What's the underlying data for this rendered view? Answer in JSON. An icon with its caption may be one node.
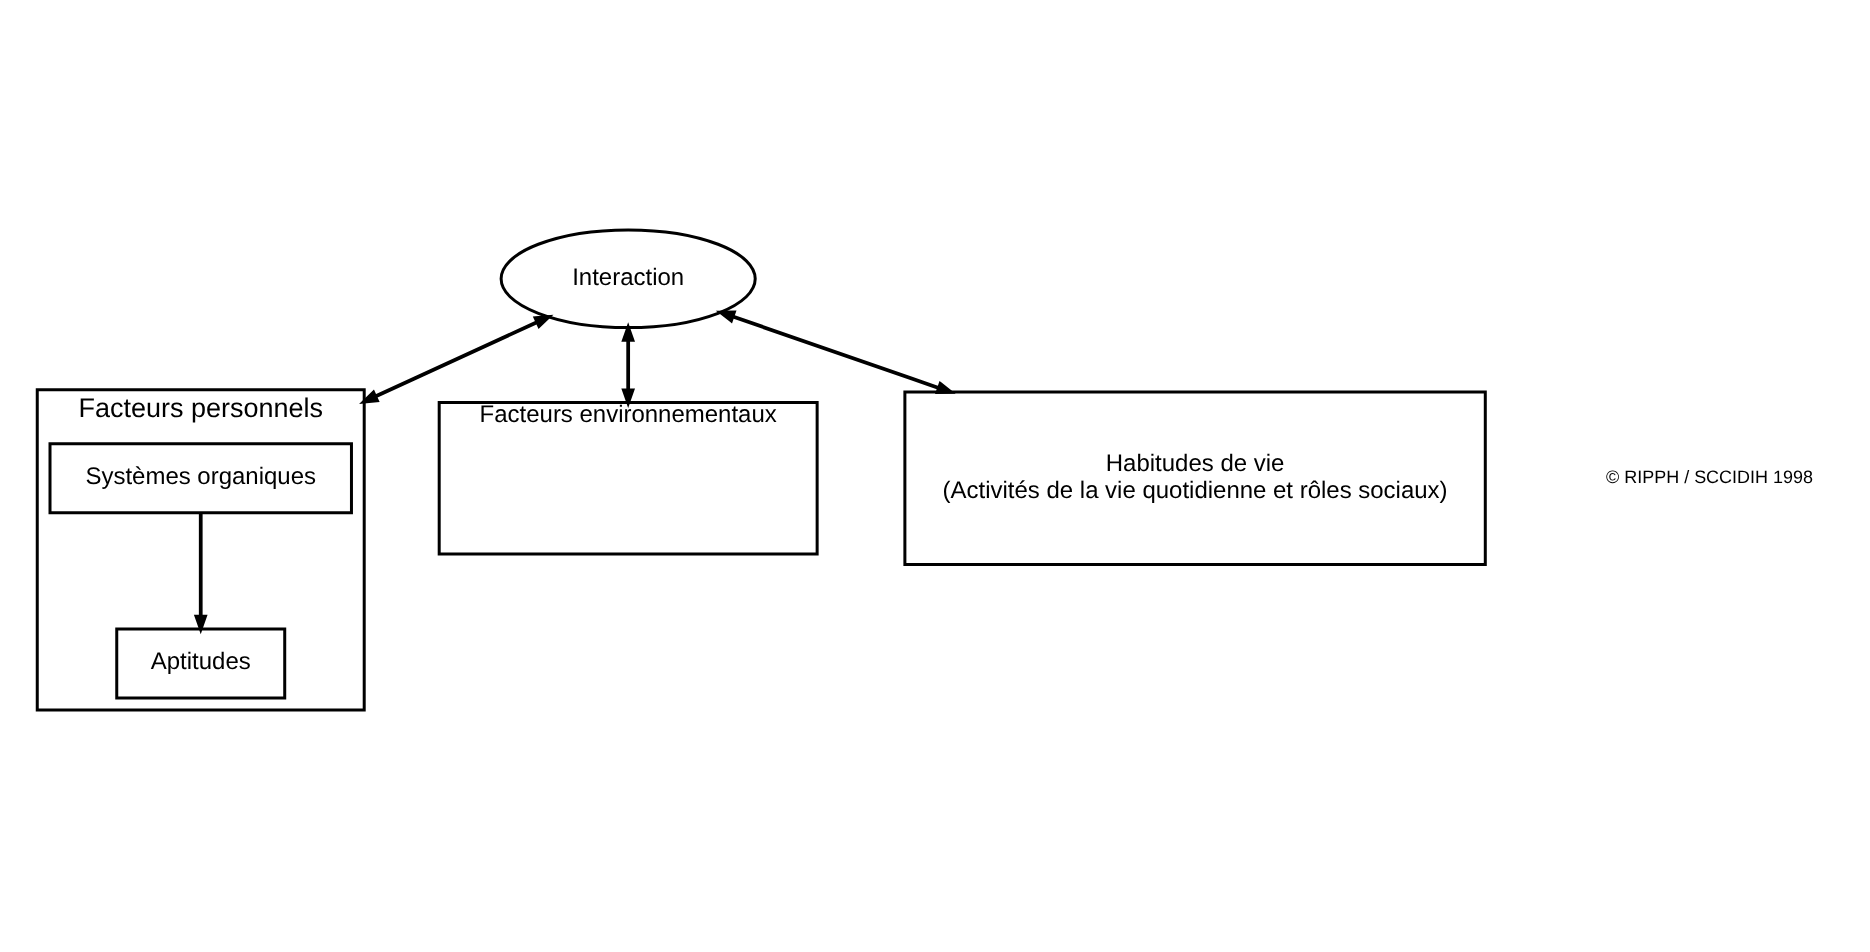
{
  "diagram": {
    "nodes": [
      {
        "text": [
          "Facteurs personnels"
        ]
      },
      {
        "text": [
          "Systèmes organiques"
        ],
        "in": 0
      },
      {
        "text": [
          "Aptitudes"
        ],
        "in": 0
      },
      {
        "text": [
          "Facteurs environnementaux"
        ]
      },
      {
        "text": [
          "Interaction"
        ]
      },
      {
        "text": [
          "Habitudes de vie",
          "(Activités de la vie quotidienne et rôles sociaux)"
        ]
      }
    ],
    "edges": [
      {
        "from": 1,
        "to": 2,
        "arrow": "to"
      },
      {
        "from": 4,
        "to": 0,
        "arrow": "both"
      },
      {
        "from": 4,
        "to": 3,
        "arrow": "both"
      },
      {
        "from": 4,
        "to": 5,
        "arrow": "both"
      }
    ],
    "labels": [
      "© RIPPH / SCCIDIH 1998"
    ]
  }
}
